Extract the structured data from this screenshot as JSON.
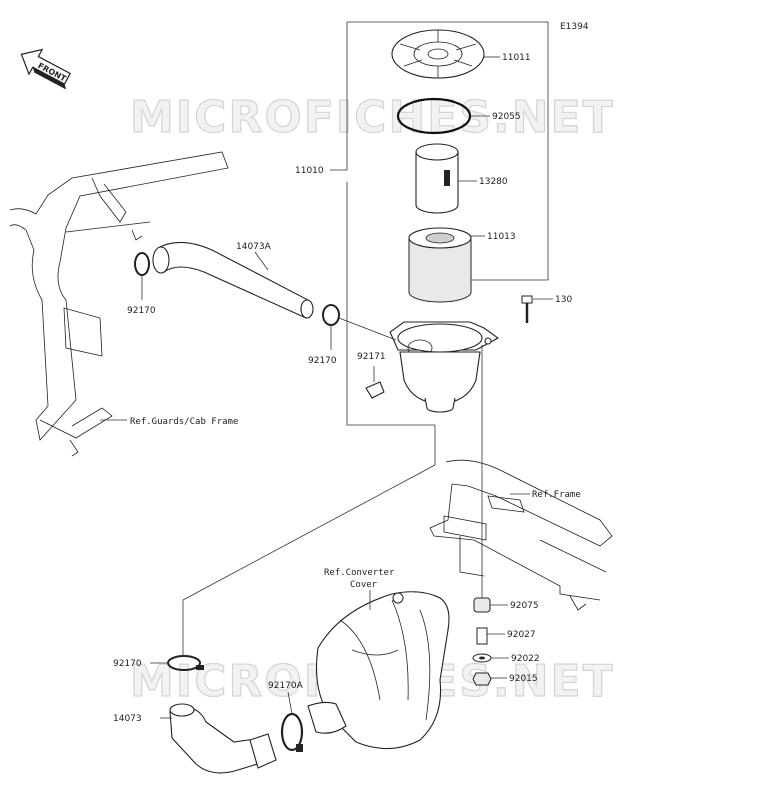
{
  "diagram_id": "E1394",
  "front_label": "FRONT",
  "watermark": "MICROFICHES.NET",
  "parts": {
    "p11011": "11011",
    "p92055": "92055",
    "p11010": "11010",
    "p13280": "13280",
    "p14073A": "14073A",
    "p11013": "11013",
    "p130": "130",
    "p92170_a": "92170",
    "p92170_b": "92170",
    "p92171": "92171",
    "p92075": "92075",
    "p92027": "92027",
    "p92022": "92022",
    "p92015": "92015",
    "p92170_c": "92170",
    "p92170A": "92170A",
    "p14073": "14073"
  },
  "refs": {
    "guards": "Ref.Guards/Cab Frame",
    "frame": "Ref.Frame",
    "converter_line1": "Ref.Converter",
    "converter_line2": "Cover"
  }
}
